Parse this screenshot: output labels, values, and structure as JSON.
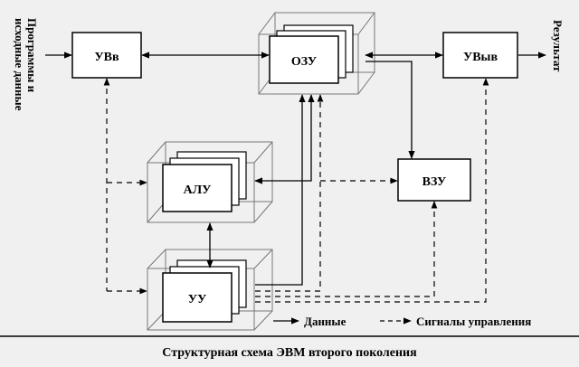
{
  "blocks": {
    "uvv": "УВв",
    "ozu": "ОЗУ",
    "uvyv": "УВыв",
    "alu": "АЛУ",
    "vzu": "ВЗУ",
    "uu": "УУ"
  },
  "side_labels": {
    "input": [
      "Программы и",
      "исходные данные"
    ],
    "output": "Результат"
  },
  "legend": {
    "data_label": "Данные",
    "control_label": "Сигналы управления"
  },
  "caption": "Структурная схема ЭВМ второго поколения"
}
